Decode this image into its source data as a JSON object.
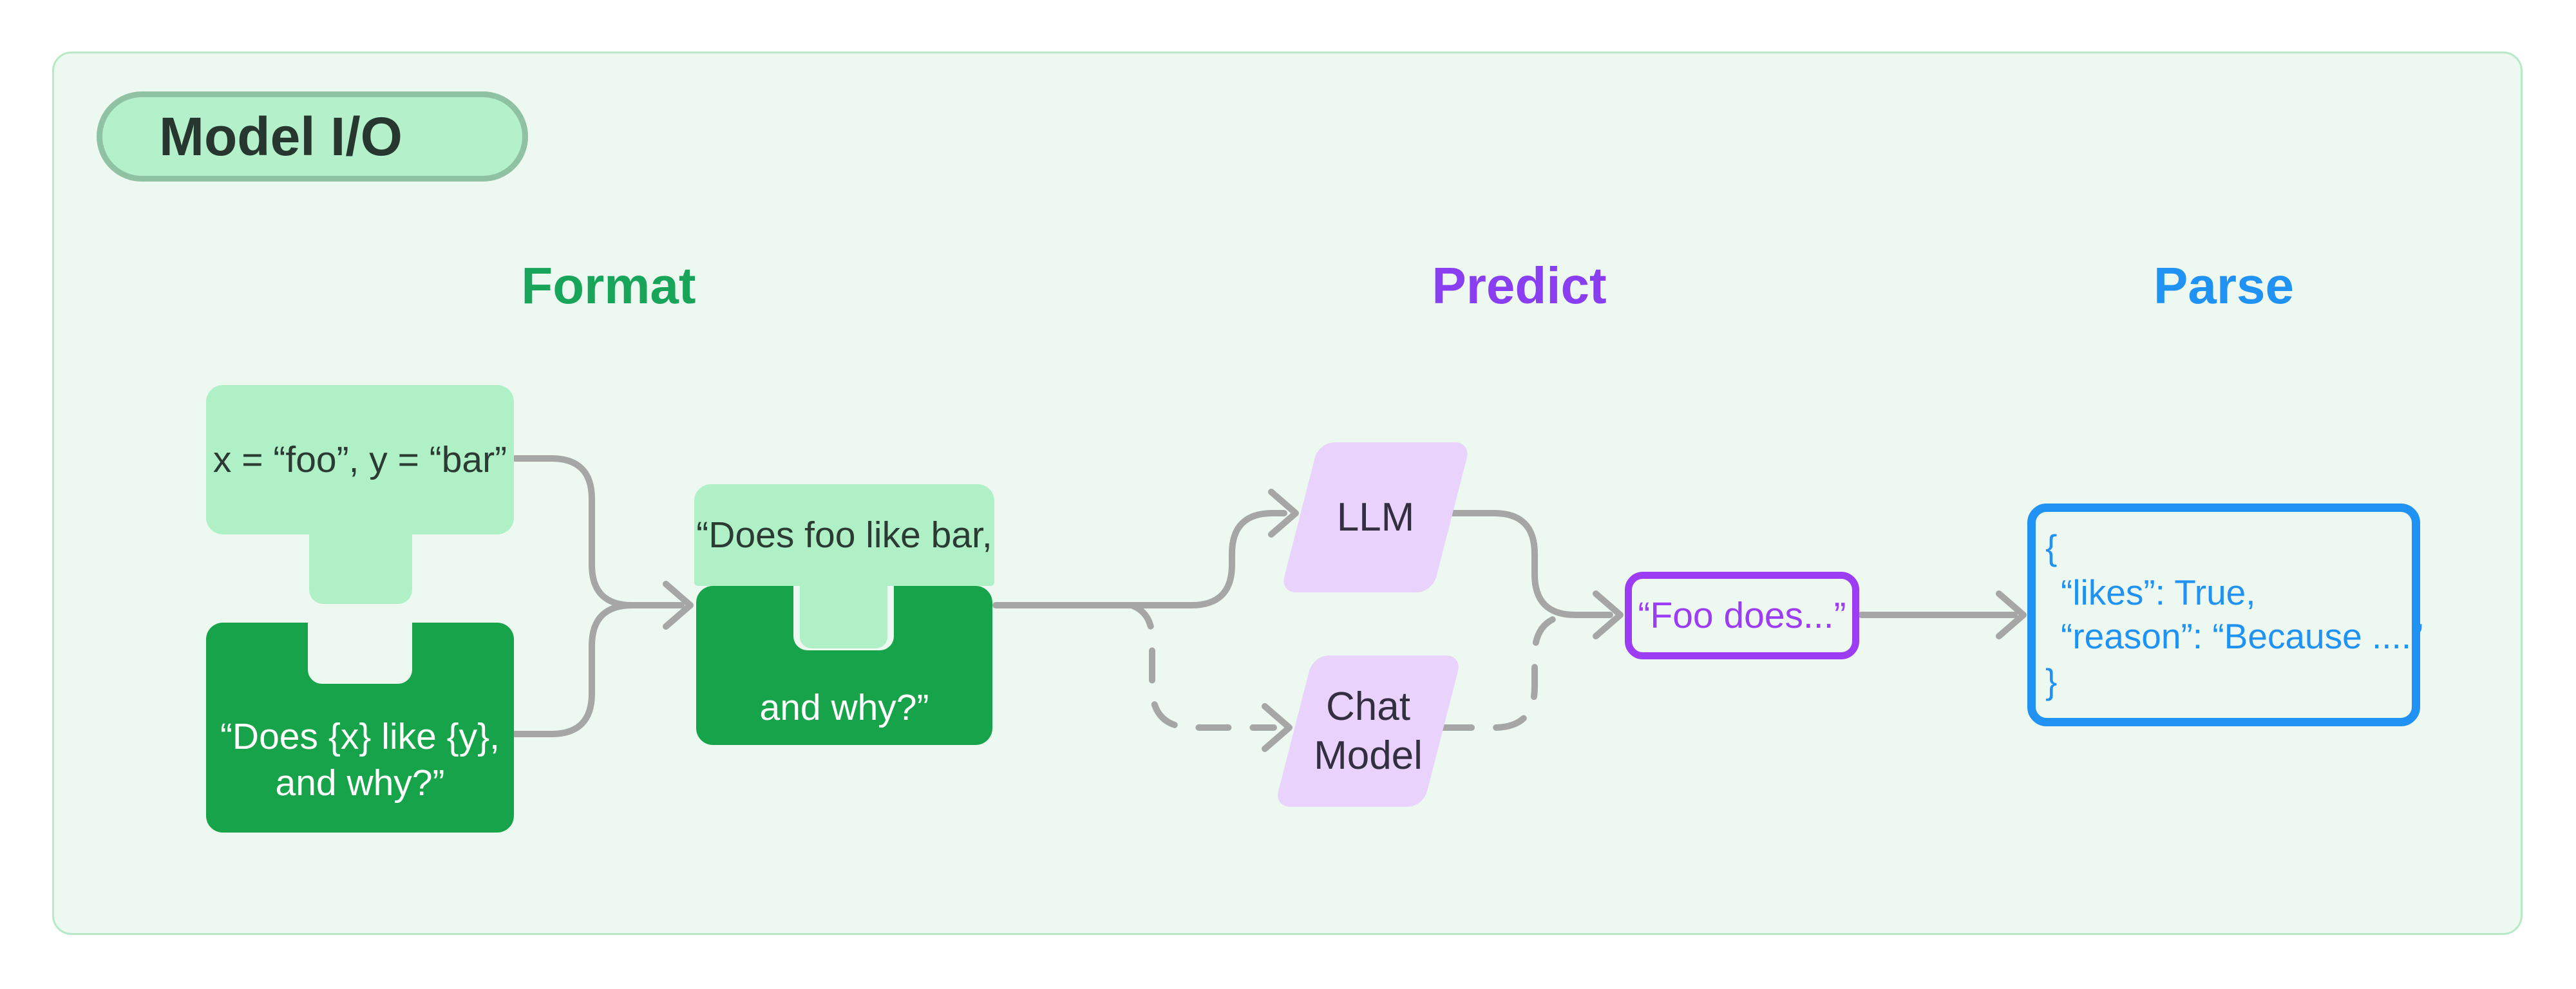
{
  "badge": {
    "label": "Model I/O"
  },
  "columns": {
    "format": {
      "label": "Format"
    },
    "predict": {
      "label": "Predict"
    },
    "parse": {
      "label": "Parse"
    }
  },
  "nodes": {
    "input_vars": {
      "text": "x = “foo”, y = “bar”"
    },
    "prompt_template": {
      "line1": "“Does {x} like {y},",
      "line2": "and why?”"
    },
    "formatted_prompt": {
      "line1": "“Does foo like bar,",
      "line2": "and why?”"
    },
    "llm": {
      "label": "LLM"
    },
    "chat_model": {
      "line1": "Chat",
      "line2": "Model"
    },
    "completion": {
      "text": "“Foo does...”"
    },
    "parsed_output": {
      "line1": "{",
      "line2": "“likes”: True,",
      "line3": "“reason”: “Because ....”",
      "line4": "}"
    }
  },
  "colors": {
    "panel_bg": "#edf8f1",
    "panel_border": "#b7e9c8",
    "badge_bg": "#b4f1ca",
    "badge_border": "#8fc2a3",
    "green_light": "#b0f0c6",
    "green_dark": "#16a34a",
    "green_heading": "#18a55a",
    "purple_heading": "#8a3ef2",
    "lavender": "#e9d2fb",
    "purple_accent": "#9c3df4",
    "blue_accent": "#1f92f3",
    "connector_gray": "#a6a6a6",
    "text_dark": "#2b3a32",
    "text_white": "#ffffff"
  }
}
